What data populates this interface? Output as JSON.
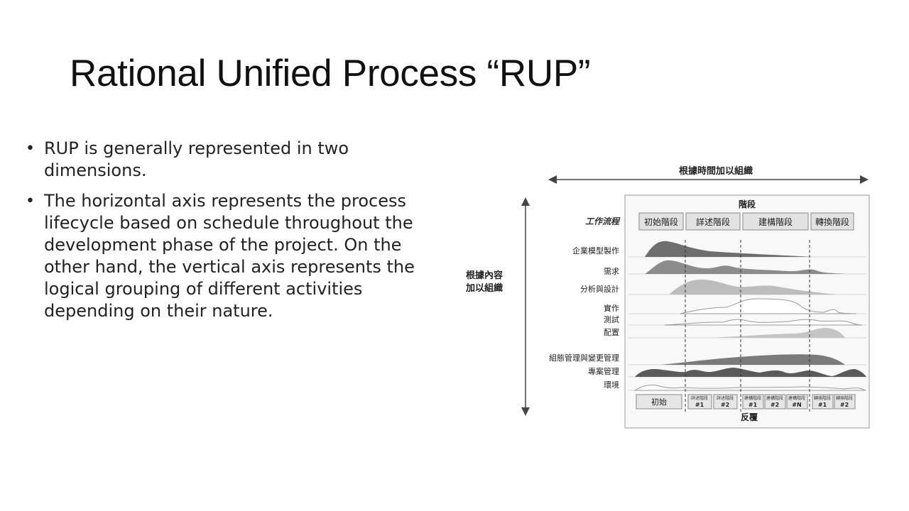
{
  "slide": {
    "title": "Rational Unified Process “RUP”",
    "bullets": [
      "RUP is generally represented in two dimensions.",
      "The horizontal axis represents the process lifecycle based on schedule throughout the development phase of the project. On the other hand, the vertical axis represents the logical grouping of different activities depending on their nature."
    ]
  },
  "diagram": {
    "time_axis_label": "根據時間加以組織",
    "content_axis_label": [
      "根據內容",
      "加以組織"
    ],
    "phases_label": "階段",
    "workflows_label": "工作流程",
    "phases": [
      "初始階段",
      "詳述階段",
      "建構階段",
      "轉換階段"
    ],
    "workflows": [
      "企業模型製作",
      "需求",
      "分析與設計",
      "實作",
      "測試",
      "配置",
      "組態管理與變更管理",
      "專案管理",
      "環境"
    ],
    "iterations": [
      {
        "top": "",
        "bottom": "初始"
      },
      {
        "top": "詳述階段",
        "bottom": "#1"
      },
      {
        "top": "詳述階段",
        "bottom": "#2"
      },
      {
        "top": "建構階段",
        "bottom": "#1"
      },
      {
        "top": "建構階段",
        "bottom": "#2"
      },
      {
        "top": "建構階段",
        "bottom": "#N"
      },
      {
        "top": "轉換階段",
        "bottom": "#1"
      },
      {
        "top": "轉換階段",
        "bottom": "#2"
      }
    ],
    "iterations_label": "反覆",
    "colors": {
      "dark": "#5a5a5a",
      "mid": "#8c8c8c",
      "light": "#bdbdbd",
      "outline": "#999999"
    }
  }
}
